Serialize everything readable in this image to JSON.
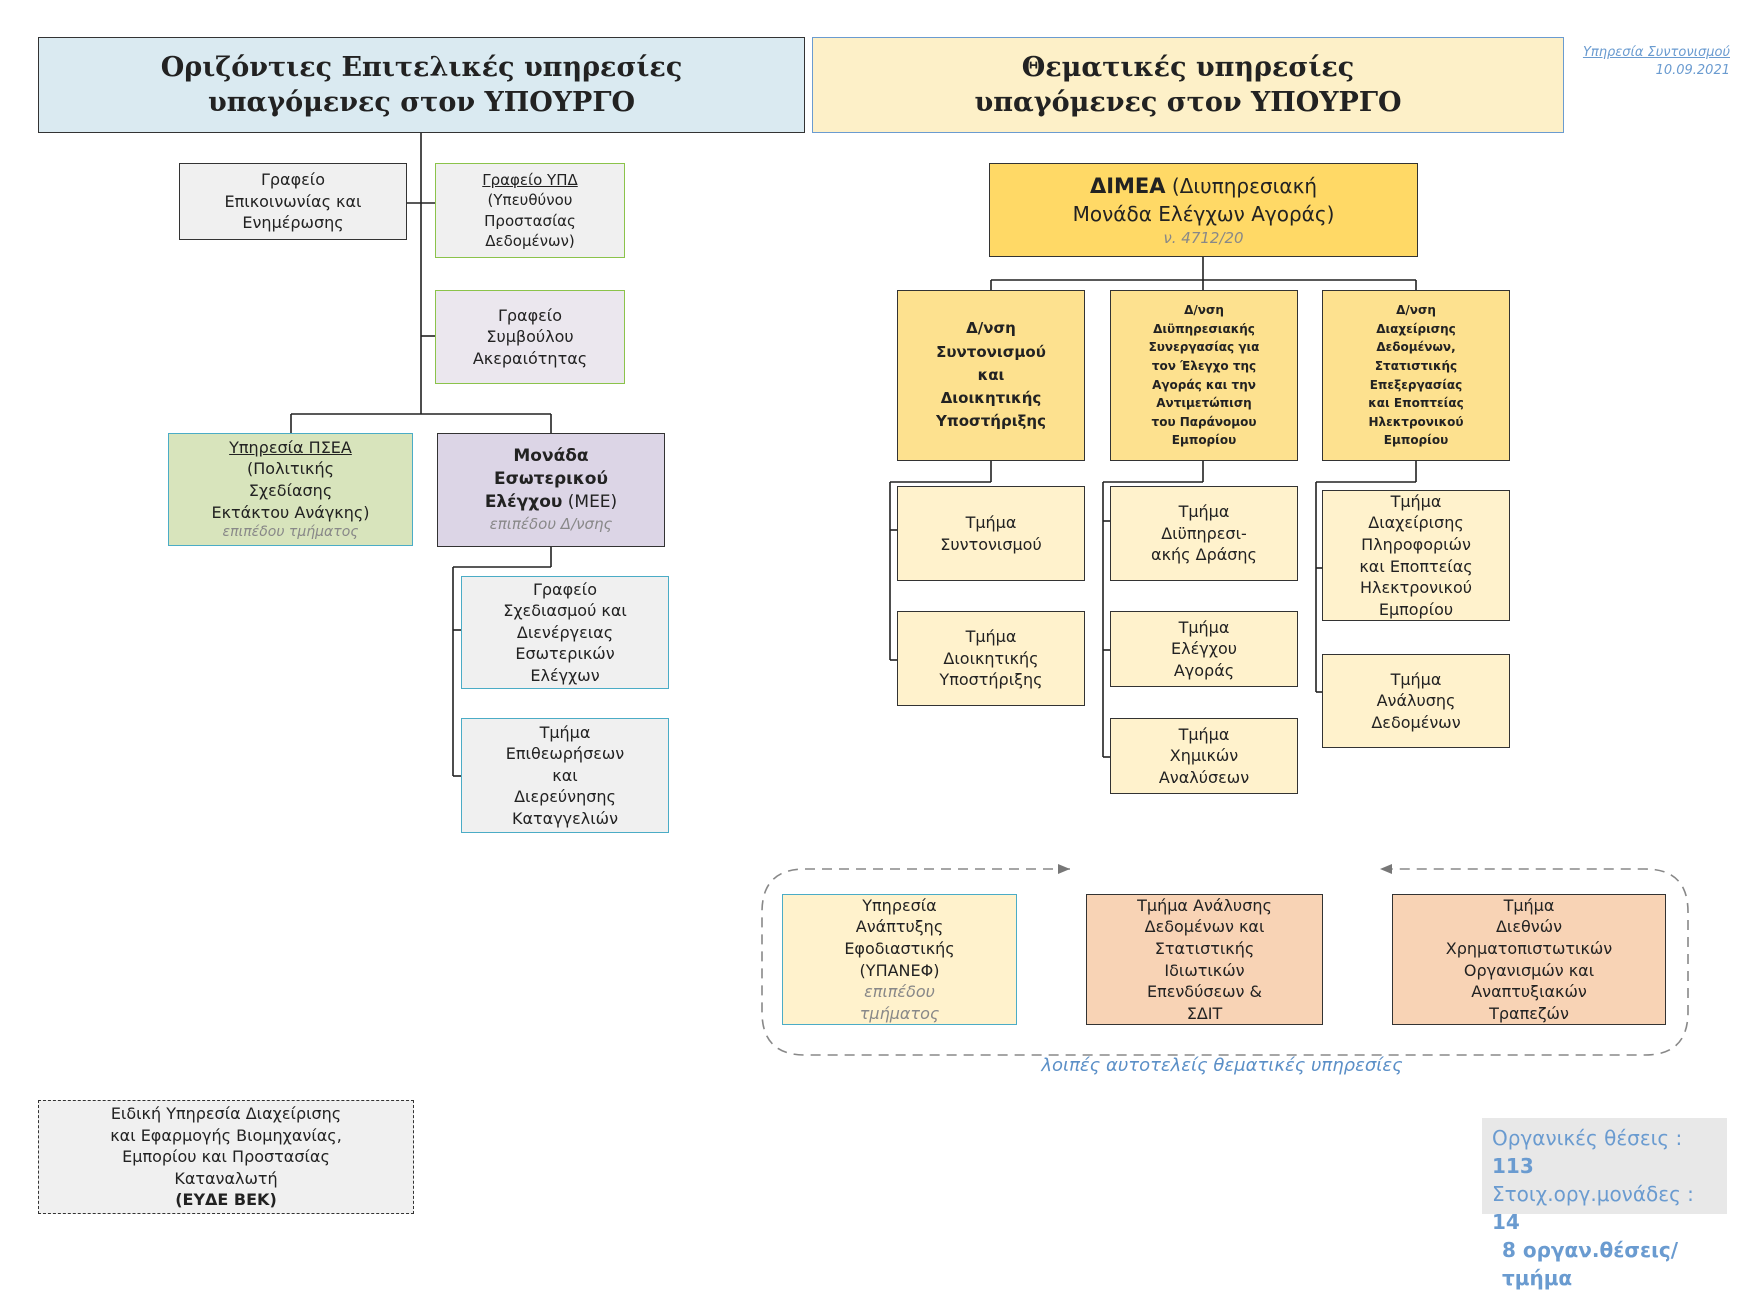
{
  "header_left": {
    "line1": "Οριζόντιες Επιτελικές υπηρεσίες",
    "line2": "υπαγόμενες στον ΥΠΟΥΡΓΟ"
  },
  "header_right": {
    "line1": "Θεματικές υπηρεσίες",
    "line2": "υπαγόμενες στον ΥΠΟΥΡΓΟ"
  },
  "corner_note": {
    "line1": "Υπηρεσία Συντονισμού",
    "line2": "10.09.2021"
  },
  "left": {
    "grafeio_epikoinonias": [
      "Γραφείο",
      "Επικοινωνίας και",
      "Ενημέρωσης"
    ],
    "grafeio_ypd": {
      "title": "Γραφείο ΥΠΔ",
      "lines": [
        "(Υπευθύνου",
        "Προστασίας",
        "Δεδομένων)"
      ]
    },
    "grafeio_symvoulou": [
      "Γραφείο",
      "Συμβούλου",
      "Ακεραιότητας"
    ],
    "ypiresia_psea": {
      "title": "Υπηρεσία ΠΣΕΑ",
      "lines": [
        "(Πολιτικής",
        "Σχεδίασης",
        "Εκτάκτου Ανάγκης)"
      ],
      "level": "επιπέδου τμήματος"
    },
    "mee": {
      "bold1": "Μονάδα",
      "bold2": "Εσωτερικού",
      "bold3": "Ελέγχου",
      "abbr": " (ΜΕΕ)",
      "level": "επιπέδου Δ/νσης"
    },
    "grafeio_sxediasmou": [
      "Γραφείο",
      "Σχεδιασμού και",
      "Διενέργειας",
      "Εσωτερικών",
      "Ελέγχων"
    ],
    "tmima_epitheoriseon": [
      "Τμήμα",
      "Επιθεωρήσεων",
      "και",
      "Διερεύνησης",
      "Καταγγελιών"
    ],
    "eyde": {
      "lines": [
        "Ειδική Υπηρεσία Διαχείρισης",
        "και Εφαρμογής Βιομηχανίας,",
        "Εμπορίου και Προστασίας",
        "Καταναλωτή"
      ],
      "abbr": "(ΕΥΔΕ ΒΕΚ)"
    }
  },
  "right": {
    "dimea": {
      "bold": "ΔΙΜΕΑ",
      "rest": " (Διυπηρεσιακή",
      "line2": "Μονάδα Ελέγχων Αγοράς)",
      "law": "ν. 4712/20"
    },
    "dnsi1": [
      "Δ/νση",
      "Συντονισμού",
      "και",
      "Διοικητικής",
      "Υποστήριξης"
    ],
    "dnsi2": [
      "Δ/νση",
      "Διϋπηρεσιακής",
      "Συνεργασίας για",
      "τον Έλεγχο της",
      "Αγοράς και την",
      "Αντιμετώπιση",
      "του Παράνομου",
      "Εμπορίου"
    ],
    "dnsi3": [
      "Δ/νση",
      "Διαχείρισης",
      "Δεδομένων,",
      "Στατιστικής",
      "Επεξεργασίας",
      "και Εποπτείας",
      "Ηλεκτρονικού",
      "Εμπορίου"
    ],
    "t_syntonismou": [
      "Τμήμα",
      "Συντονισμού"
    ],
    "t_dioikitikis": [
      "Τμήμα",
      "Διοικητικής",
      "Υποστήριξης"
    ],
    "t_diypiresiakis": [
      "Τμήμα",
      "Διϋπηρεσι-",
      "ακής Δράσης"
    ],
    "t_elegxou": [
      "Τμήμα",
      "Ελέγχου",
      "Αγοράς"
    ],
    "t_ximikon": [
      "Τμήμα",
      "Χημικών",
      "Αναλύσεων"
    ],
    "t_diaxeirisis": [
      "Τμήμα",
      "Διαχείρισης",
      "Πληροφοριών",
      "και Εποπτείας",
      "Ηλεκτρονικού",
      "Εμπορίου"
    ],
    "t_analysis": [
      "Τμήμα",
      "Ανάλυσης",
      "Δεδομένων"
    ]
  },
  "bottom": {
    "ypanef": {
      "lines": [
        "Υπηρεσία",
        "Ανάπτυξης",
        "Εφοδιαστικής",
        "(ΥΠΑΝΕΦ)"
      ],
      "level1": "επιπέδου",
      "level2": "τμήματος"
    },
    "t_analysis_sdit": [
      "Τμήμα Ανάλυσης",
      "Δεδομένων και",
      "Στατιστικής",
      "Ιδιωτικών",
      "Επενδύσεων &",
      "ΣΔΙΤ"
    ],
    "t_diethnon": [
      "Τμήμα",
      "Διεθνών",
      "Χρηματοπιστωτικών",
      "Οργανισμών και",
      "Αναπτυξιακών",
      "Τραπεζών"
    ],
    "dashed_label": "λοιπές αυτοτελείς θεματικές υπηρεσίες"
  },
  "stats": {
    "label1": "Οργανικές θέσεις   : ",
    "value1": "113",
    "label2": "Στοιχ.οργ.μονάδες : ",
    "value2": "14",
    "line3": "8 οργαν.θέσεις/τμήμα"
  },
  "colors": {
    "header_left_bg": "#daeaf1",
    "header_right_bg": "#fdf0c8",
    "dimea_bg": "#ffd966",
    "dnsi_bg": "#fde18f",
    "tmima_bg": "#fff2cc",
    "salmon_bg": "#f8d3b5",
    "psea_bg": "#d8e4bc",
    "mee_bg": "#dcd5e6",
    "gray_bg": "#f0f0f0"
  }
}
